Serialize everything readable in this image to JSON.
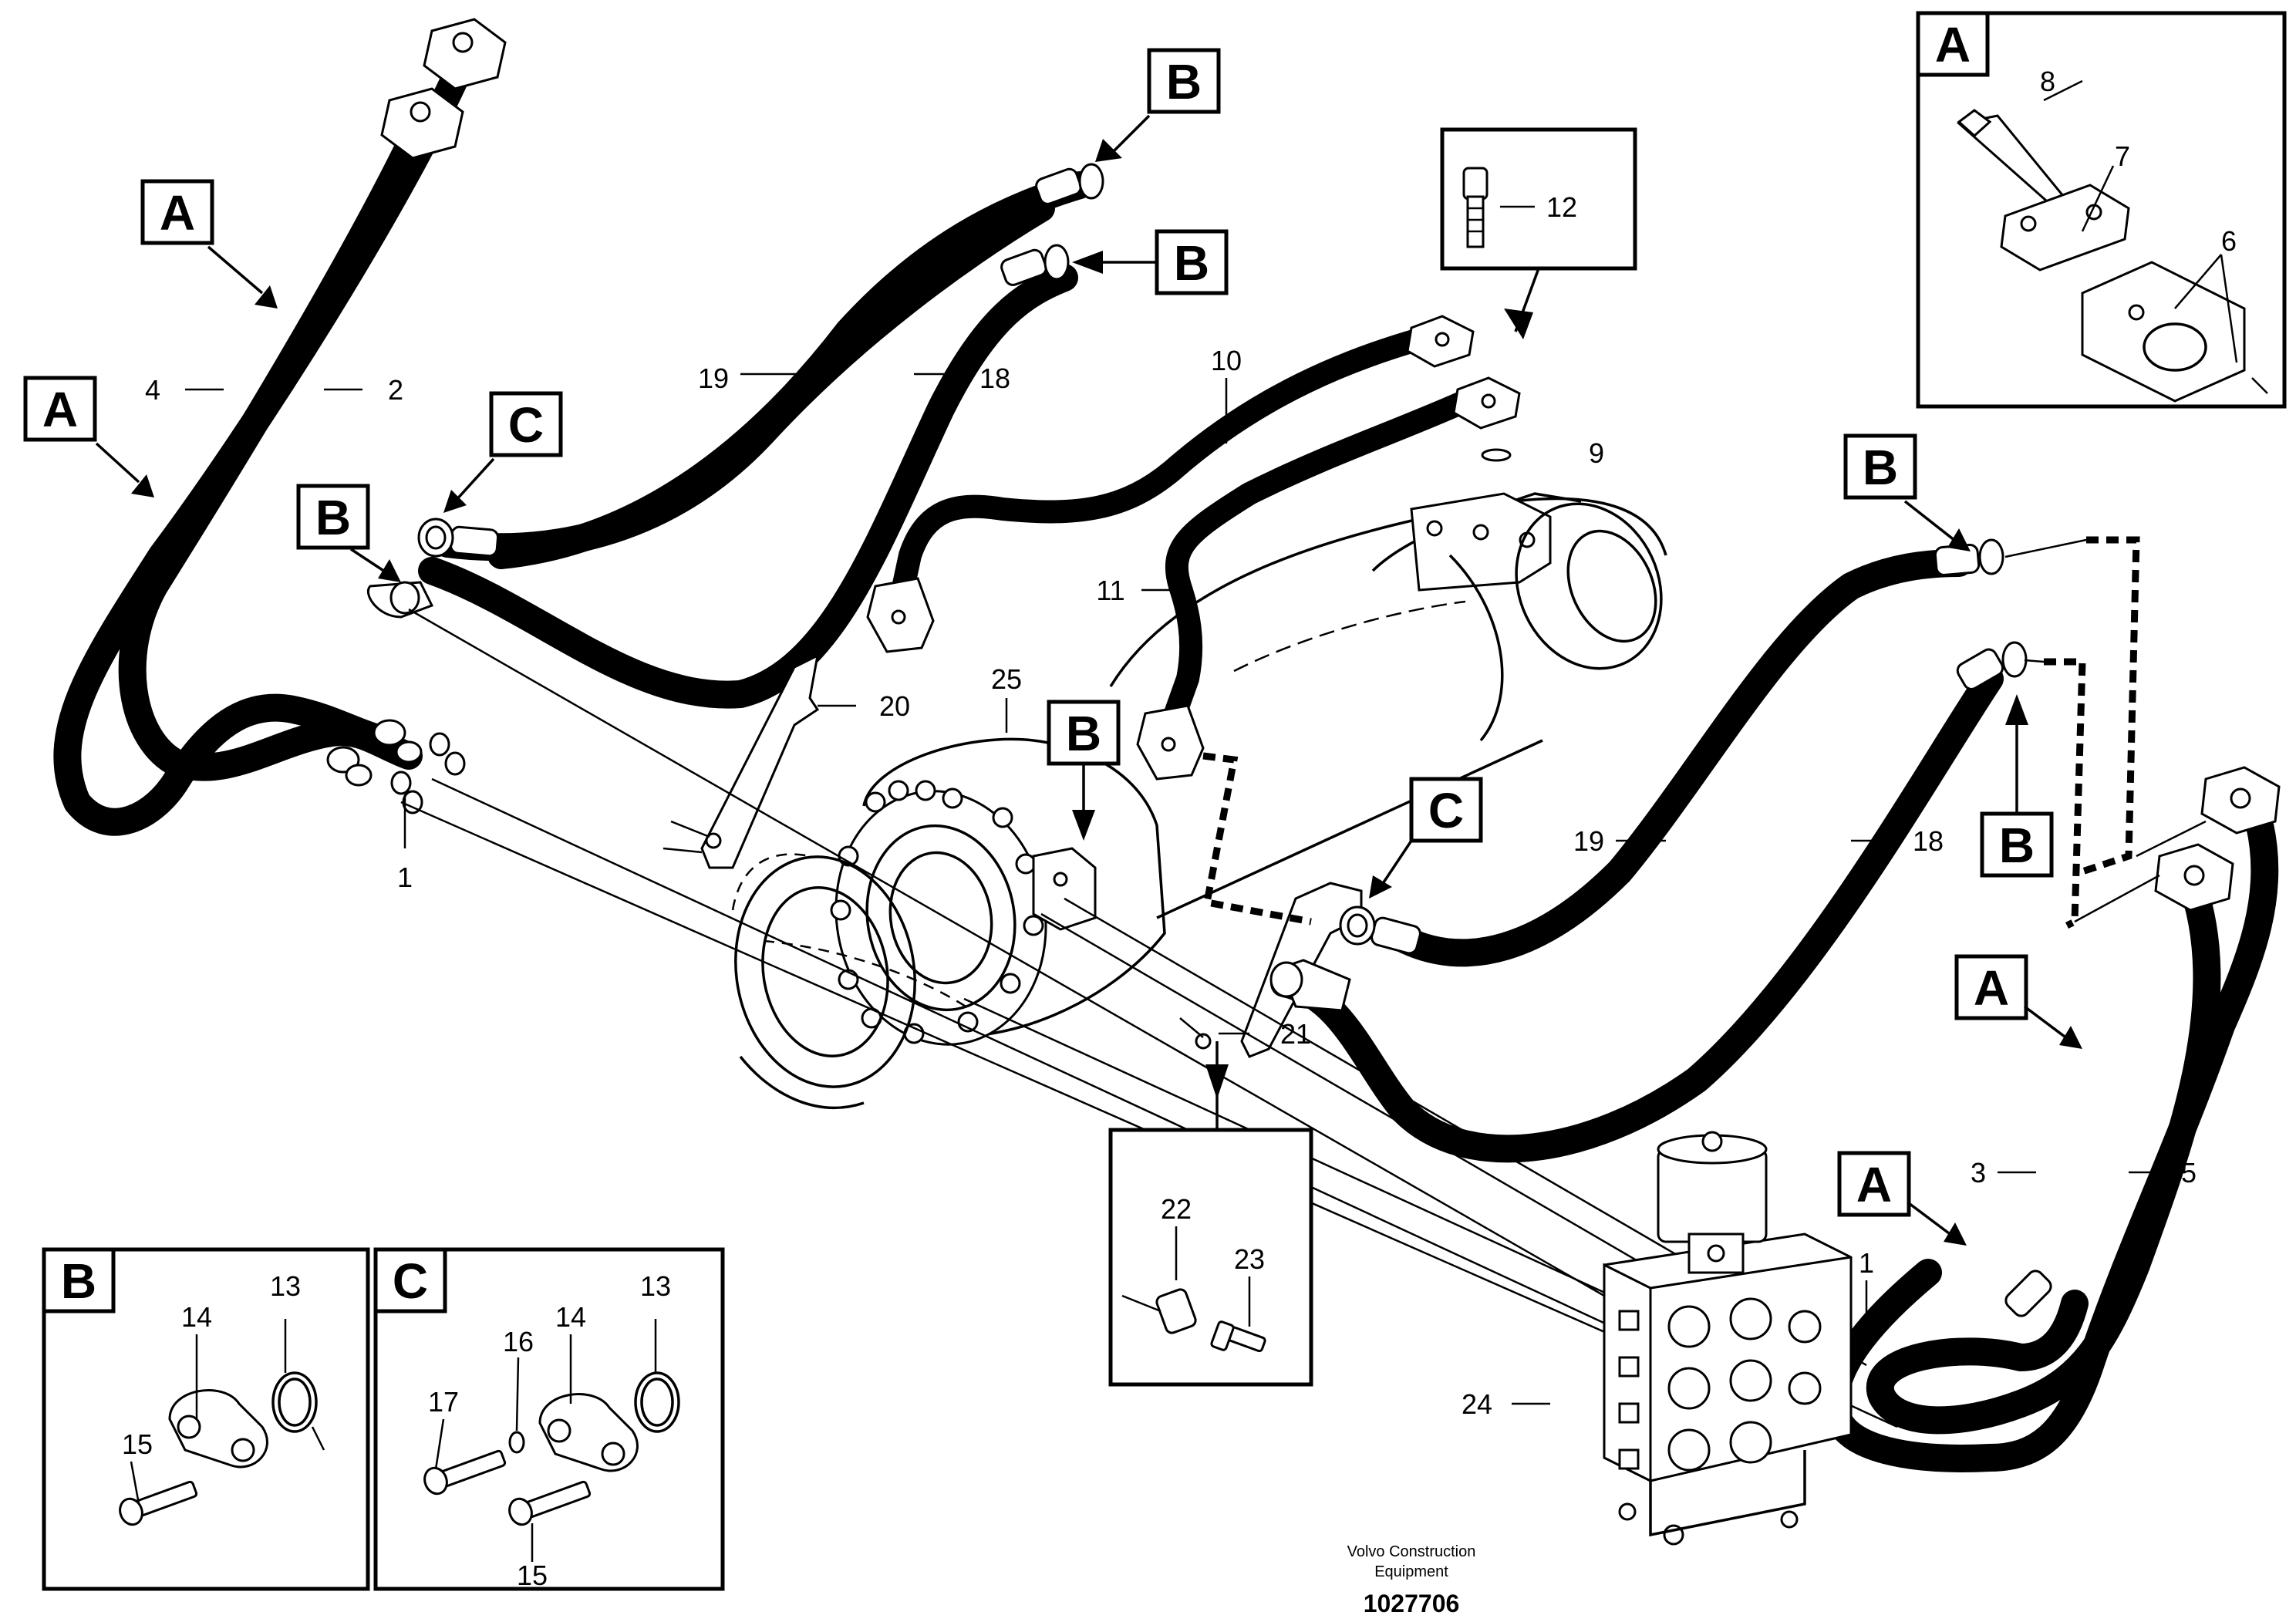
{
  "callouts": {
    "A": "A",
    "B": "B",
    "C": "C"
  },
  "part_numbers": {
    "p1": "1",
    "p2": "2",
    "p3": "3",
    "p4": "4",
    "p5": "5",
    "p6": "6",
    "p7": "7",
    "p8": "8",
    "p9": "9",
    "p10": "10",
    "p11": "11",
    "p12": "12",
    "p13": "13",
    "p14": "14",
    "p15": "15",
    "p16": "16",
    "p17": "17",
    "p18": "18",
    "p19": "19",
    "p20": "20",
    "p21": "21",
    "p22": "22",
    "p23": "23",
    "p24": "24",
    "p25": "25"
  },
  "footer": {
    "brand_line1": "Volvo Construction",
    "brand_line2": "Equipment",
    "drawing_number": "1027706"
  }
}
